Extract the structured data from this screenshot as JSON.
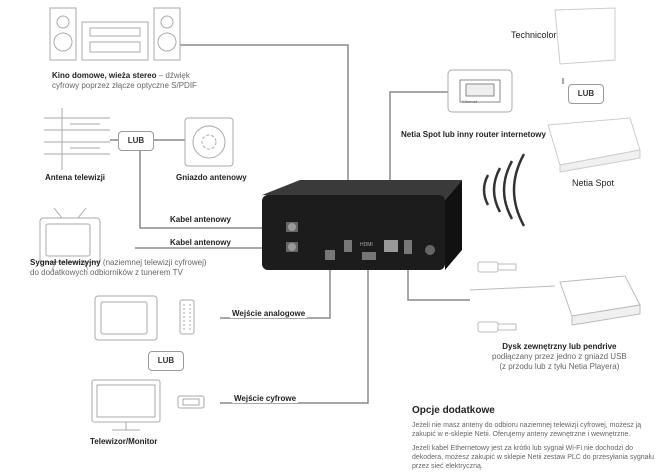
{
  "devices": {
    "home_cinema": {
      "title": "Kino domowe, wieża stereo",
      "desc_line1": " – dźwięk",
      "desc_line2": "cyfrowy poprzez złącze optyczne S/PDIF"
    },
    "antenna": {
      "title": "Antena telewizji"
    },
    "antenna_socket": {
      "title": "Gniazdo antenowy"
    },
    "terrestrial_signal": {
      "title": "Sygnał telewizyjny",
      "desc_inline": " (naziemnej telewizji cyfrowej)",
      "desc_line2": "do dodatkowych odbiorników z tunerem TV"
    },
    "tv_monitor": {
      "title": "Telewizor/Monitor"
    },
    "technicolor": {
      "title": "Technicolor"
    },
    "netia_spot": {
      "title": "Netia Spot"
    },
    "router": {
      "title": "Netia Spot lub inny router internetowy",
      "port_label": "Ethernet"
    },
    "usb_disk": {
      "title": "Dysk zewnętrzny lub pendrive",
      "desc_line1": "podłączany przez jedno z gniazd USB",
      "desc_line2": "(z przodu lub z tyłu Netia Playera)"
    },
    "player": {
      "hdmi_port_label": "HDMI"
    }
  },
  "or_badges": {
    "lub_antenna": "LUB",
    "lub_router": "LUB",
    "lub_tv": "LUB"
  },
  "connections": {
    "antenna_cable_1": "Kabel antenowy",
    "antenna_cable_2": "Kabel antenowy",
    "analog_input": "Wejście analogowe",
    "digital_input": "Wejście cyfrowe"
  },
  "options": {
    "title": "Opcje dodatkowe",
    "para1": "Jeżeli nie masz anteny do odbioru naziemnej telewizji cyfrowej, możesz ją zakupić w e-sklepie Netii. Oferujemy anteny zewnętrzne i wewnętrzne.",
    "para2": "Jeżeli kabel Ethernetowy jest za krótki lub sygnał Wi-Fi nie dochodzi do dekodera, możesz zakupić w sklepie Netii zestaw PLC do przesyłania sygnału przez sieć elektryczną."
  }
}
